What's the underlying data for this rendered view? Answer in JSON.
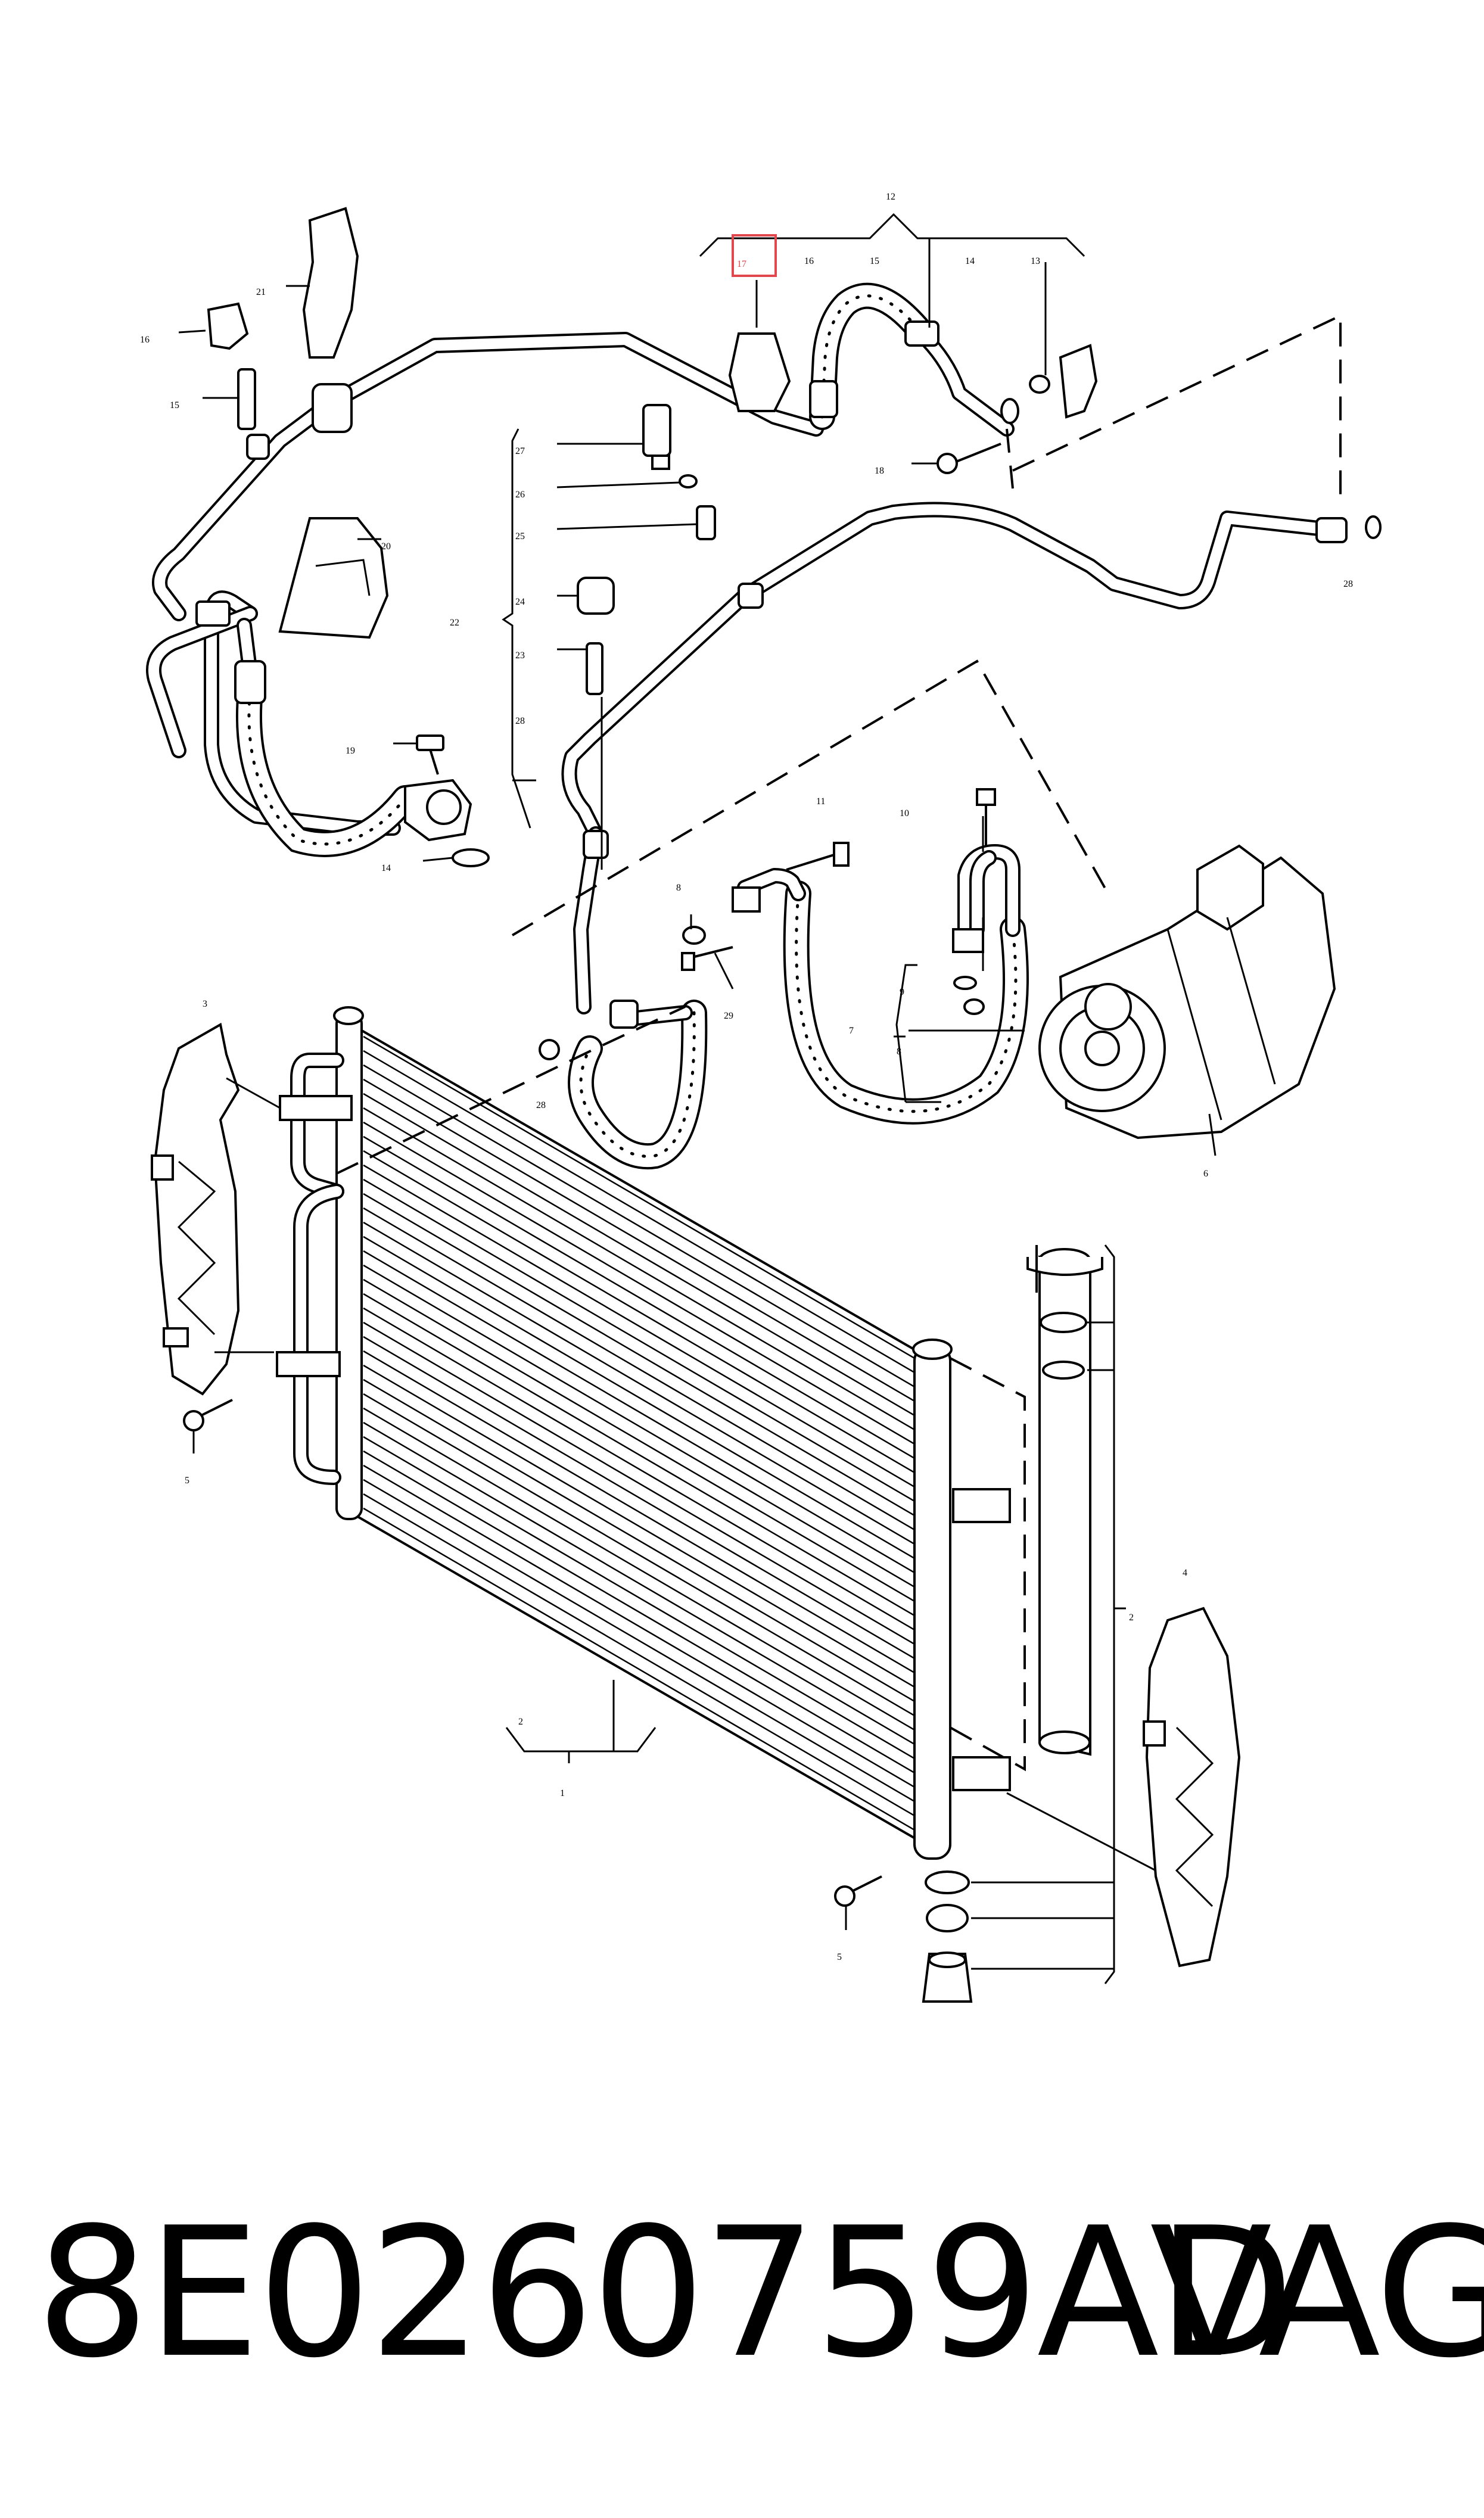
{
  "callouts": {
    "c1": "1",
    "c2a": "2",
    "c2b": "2",
    "c3": "3",
    "c4": "4",
    "c5a": "5",
    "c5b": "5",
    "c6": "6",
    "c7": "7",
    "c8a": "8",
    "c8b": "8",
    "c9": "9",
    "c10": "10",
    "c11": "11",
    "c12": "12",
    "c13": "13",
    "c14a": "14",
    "c14b": "14",
    "c15a": "15",
    "c15b": "15",
    "c16a": "16",
    "c16b": "16",
    "c17": "17",
    "c18": "18",
    "c19": "19",
    "c20": "20",
    "c21": "21",
    "c22": "22",
    "c23": "23",
    "c24": "24",
    "c25": "25",
    "c26": "26",
    "c27": "27",
    "c28a": "28",
    "c28b": "28",
    "c28c": "28",
    "c29": "29"
  },
  "highlight_color": "#e0484e",
  "footer": {
    "part_number": "8E0260759AD",
    "brand": "VAG"
  }
}
